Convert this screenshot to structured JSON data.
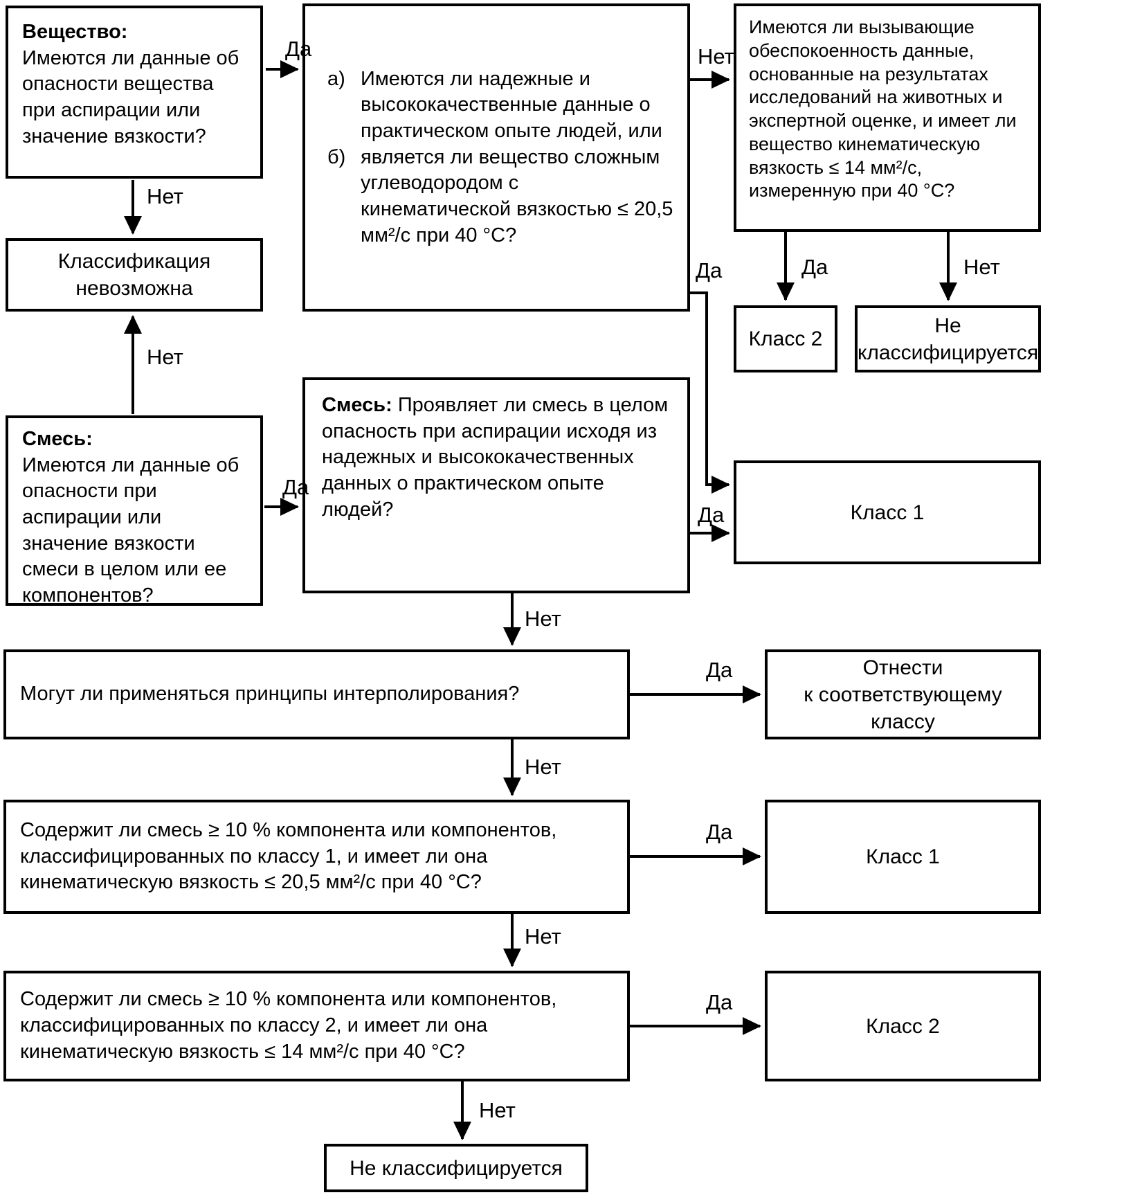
{
  "boxes": {
    "substance": {
      "title": "Вещество:",
      "text": "Имеются ли данные об опасности вещества при аспирации или значение вязкости?"
    },
    "substance_criteria": {
      "items": [
        {
          "marker": "а)",
          "text": "Имеются ли надежные и высококачественные данные о практическом опыте людей, или"
        },
        {
          "marker": "б)",
          "text": "является ли вещество сложным углеводородом с кинематической вязкостью ≤ 20,5 мм²/с при 40 °С?"
        }
      ]
    },
    "concern_data": {
      "text": "Имеются ли вызывающие обеспокоенность данные, основанные на результатах исследований на животных и экспертной оценке, и имеет ли вещество кинематическую вязкость ≤ 14 мм²/с, измеренную при 40 °С?"
    },
    "classification_impossible": {
      "text": "Классификация невозможна"
    },
    "class2_substance": {
      "text": "Класс 2"
    },
    "not_classified_substance": {
      "text": "Не классифицируется"
    },
    "class1_result": {
      "text": "Класс 1"
    },
    "mixture": {
      "title": "Смесь:",
      "text": "Имеются ли данные об опасности при аспирации или значение вязкости смеси в целом или ее компонентов?"
    },
    "mixture_whole": {
      "title": "Смесь:",
      "text": "Проявляет ли смесь в целом опасность при аспирации исходя из надежных и высококачественных данных о практическом опыте людей?"
    },
    "interpolation": {
      "text": "Могут ли применяться принципы интерполирования?"
    },
    "assign_class": {
      "line1": "Отнести",
      "line2": "к соответствующему классу"
    },
    "class1_mixture_question": {
      "text": "Содержит ли смесь ≥ 10 % компонента или компонентов, классифицированных по классу 1, и имеет ли она кинематическую вязкость ≤ 20,5 мм²/с при 40 °С?"
    },
    "class1_mixture_result": {
      "text": "Класс 1"
    },
    "class2_mixture_question": {
      "text": "Содержит ли смесь ≥ 10 % компонента или компонентов, классифицированных по классу 2, и имеет ли она кинематическую вязкость ≤ 14 мм²/с при 40 °С?"
    },
    "class2_mixture_result": {
      "text": "Класс 2"
    },
    "not_classified_final": {
      "text": "Не классифицируется"
    }
  },
  "edges": [
    {
      "from": "substance",
      "to": "substance_criteria",
      "label": "Да"
    },
    {
      "from": "substance",
      "to": "classification_impossible",
      "label": "Нет"
    },
    {
      "from": "substance_criteria",
      "to": "concern_data",
      "label": "Нет"
    },
    {
      "from": "substance_criteria",
      "to": "class1_result",
      "label": "Да"
    },
    {
      "from": "concern_data",
      "to": "class2_substance",
      "label": "Да"
    },
    {
      "from": "concern_data",
      "to": "not_classified_substance",
      "label": "Нет"
    },
    {
      "from": "mixture",
      "to": "classification_impossible",
      "label": "Нет"
    },
    {
      "from": "mixture",
      "to": "mixture_whole",
      "label": "Да"
    },
    {
      "from": "mixture_whole",
      "to": "class1_result",
      "label": "Да"
    },
    {
      "from": "mixture_whole",
      "to": "interpolation",
      "label": "Нет"
    },
    {
      "from": "interpolation",
      "to": "assign_class",
      "label": "Да"
    },
    {
      "from": "interpolation",
      "to": "class1_mixture_question",
      "label": "Нет"
    },
    {
      "from": "class1_mixture_question",
      "to": "class1_mixture_result",
      "label": "Да"
    },
    {
      "from": "class1_mixture_question",
      "to": "class2_mixture_question",
      "label": "Нет"
    },
    {
      "from": "class2_mixture_question",
      "to": "class2_mixture_result",
      "label": "Да"
    },
    {
      "from": "class2_mixture_question",
      "to": "not_classified_final",
      "label": "Нет"
    }
  ]
}
